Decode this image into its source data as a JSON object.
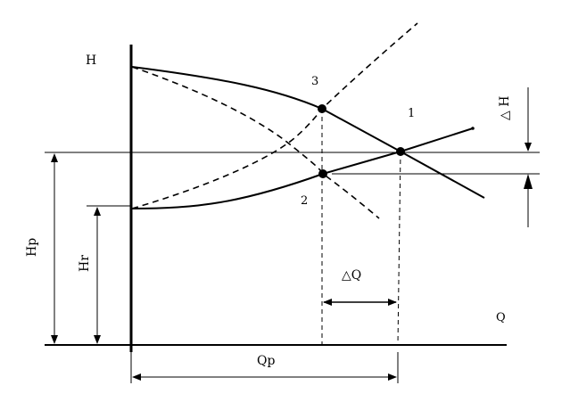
{
  "labels": {
    "h_axis": "H",
    "q_axis": "Q",
    "point_1": "1",
    "point_2": "2",
    "point_3": "3",
    "delta_h": "△ H",
    "delta_q": "△Q",
    "hp": "Hp",
    "hr": "Hr",
    "qp": "Qp"
  },
  "colors": {
    "ink": "#000000",
    "background": "#ffffff"
  }
}
